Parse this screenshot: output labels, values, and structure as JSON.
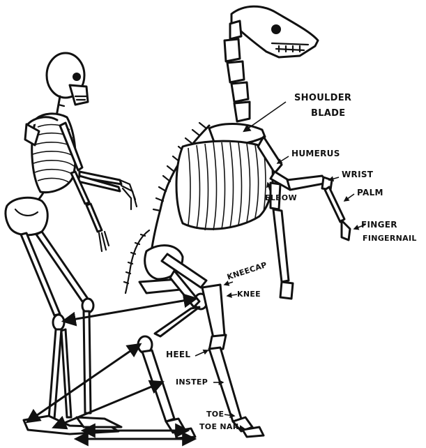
{
  "labels": {
    "shoulder": "SHOULDER",
    "blade": "BLADE",
    "humerus": "HUMERUS",
    "wrist": "WRIST",
    "palm": "PALM",
    "elbow": "ELBOW",
    "finger": "FINGER",
    "fingernail": "FINGERNAIL",
    "kneecap": "KNEECAP",
    "knee": "KNEE",
    "heel": "HEEL",
    "instep": "INSTEP",
    "toe": "TOE",
    "toenail": "TOE NAIL"
  }
}
